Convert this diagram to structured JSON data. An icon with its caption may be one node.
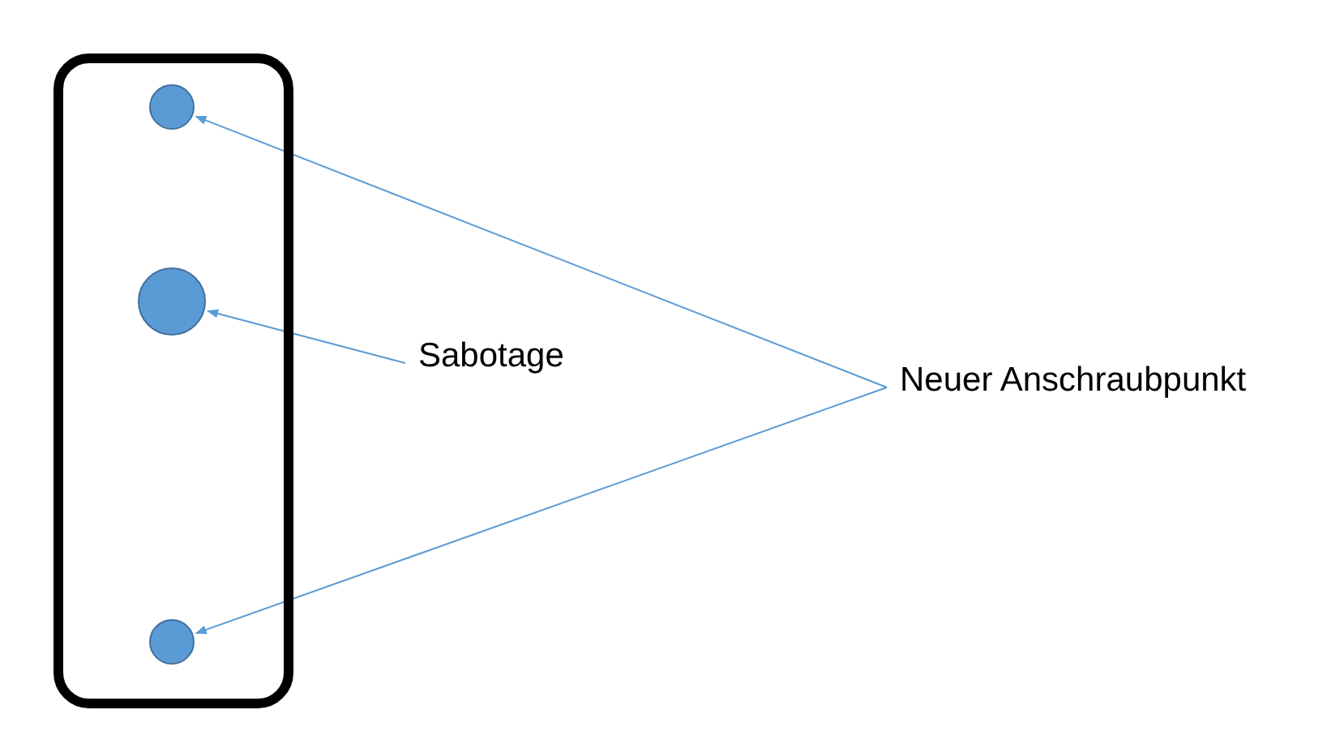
{
  "diagram": {
    "nodes": [
      {
        "text": [],
        "shape": "box"
      },
      {
        "text": [],
        "shape": "circle",
        "in": 0
      },
      {
        "text": [],
        "shape": "circle",
        "in": 0
      },
      {
        "text": [],
        "shape": "circle",
        "in": 0
      },
      {
        "text": [
          "Sabotage"
        ]
      },
      {
        "text": [
          "Neuer Anschraubpunkt"
        ]
      }
    ],
    "edges": [
      {
        "from": 4,
        "to": 2,
        "arrow": "to"
      },
      {
        "from": 5,
        "to": 1,
        "arrow": "to"
      },
      {
        "from": 5,
        "to": 3,
        "arrow": "to"
      }
    ]
  }
}
